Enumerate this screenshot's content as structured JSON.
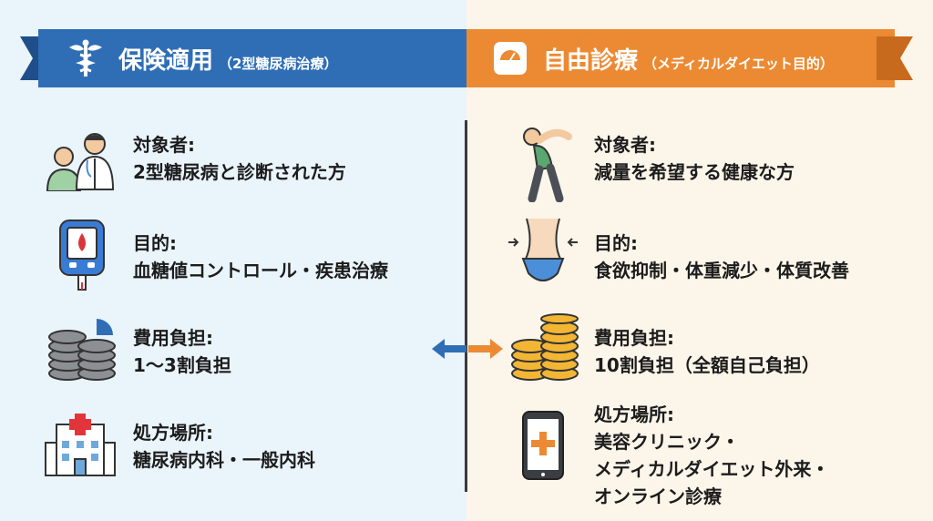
{
  "left": {
    "title": "保険適用",
    "subtitle": "（2型糖尿病治療）",
    "accent": "#2f6eb5",
    "items": [
      {
        "label": "対象者:",
        "value": "2型糖尿病と診断された方",
        "icon": "patient-doctor-icon"
      },
      {
        "label": "目的:",
        "value": "血糖値コントロール・疾患治療",
        "icon": "glucose-meter-icon"
      },
      {
        "label": "費用負担:",
        "value": "1〜3割負担",
        "icon": "coin-stack-gray-icon"
      },
      {
        "label": "処方場所:",
        "value": "糖尿病内科・一般内科",
        "icon": "hospital-icon"
      }
    ]
  },
  "right": {
    "title": "自由診療",
    "subtitle": "（メディカルダイエット目的）",
    "accent": "#ec8a33",
    "items": [
      {
        "label": "対象者:",
        "value": "減量を希望する健康な方",
        "icon": "stretching-person-icon"
      },
      {
        "label": "目的:",
        "value": "食欲抑制・体重減少・体質改善",
        "icon": "waist-slimming-icon"
      },
      {
        "label": "費用負担:",
        "value": "10割負担（全額自己負担）",
        "icon": "coin-stack-gold-icon"
      },
      {
        "label": "処方場所:",
        "value_lines": [
          "美容クリニック・",
          "メディカルダイエット外来・",
          "オンライン診療"
        ],
        "icon": "smartphone-medical-icon"
      }
    ]
  }
}
